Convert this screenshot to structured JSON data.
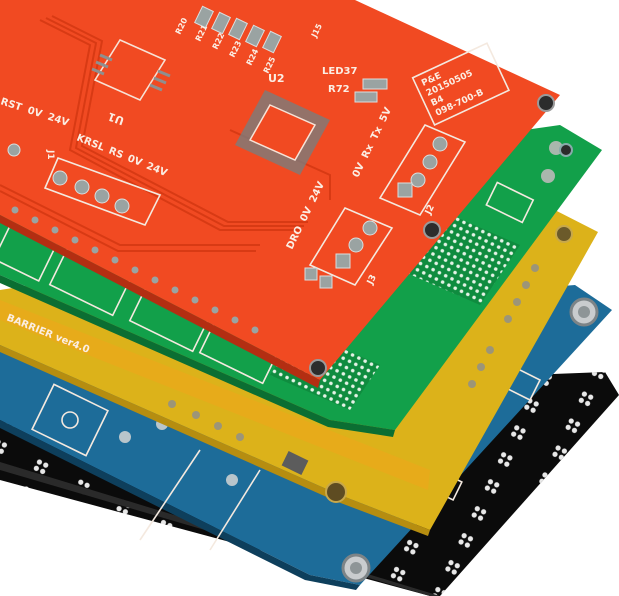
{
  "image": {
    "subject": "Stack of five printed circuit boards in different solder-mask colors",
    "background_color": "#ffffff",
    "boards": [
      {
        "id": "black",
        "color": "#0d0d0d",
        "position": "bottom"
      },
      {
        "id": "blue",
        "color": "#1e6f9c",
        "position": "fourth"
      },
      {
        "id": "yellow",
        "color": "#d9b21a",
        "position": "third"
      },
      {
        "id": "green",
        "color": "#12a24c",
        "position": "second"
      },
      {
        "id": "red",
        "color": "#f04a22",
        "position": "top"
      }
    ]
  },
  "red_board": {
    "label_box": [
      "P&E",
      "20150505",
      "B4",
      "098-700-B"
    ],
    "led_label": "LED37",
    "resistor_label": "R72",
    "ic_labels": {
      "u1": "U1",
      "u2": "U2"
    },
    "resistor_refs": [
      "R20",
      "R21",
      "R22",
      "R23",
      "R24",
      "R25"
    ],
    "connector_label": "J15",
    "header_1": [
      "RST",
      "0V",
      "24V"
    ],
    "header_1_ref": "J1",
    "header_2": [
      "KRSL",
      "RS",
      "0V",
      "24V"
    ],
    "header_3": [
      "0V",
      "Rx",
      "Tx",
      "5V"
    ],
    "header_3_ref": "J2",
    "header_4": [
      "DRO",
      "0V",
      "24V"
    ],
    "header_4_ref": "J3"
  },
  "yellow_board": {
    "text": "BARRIER ver4.0"
  }
}
